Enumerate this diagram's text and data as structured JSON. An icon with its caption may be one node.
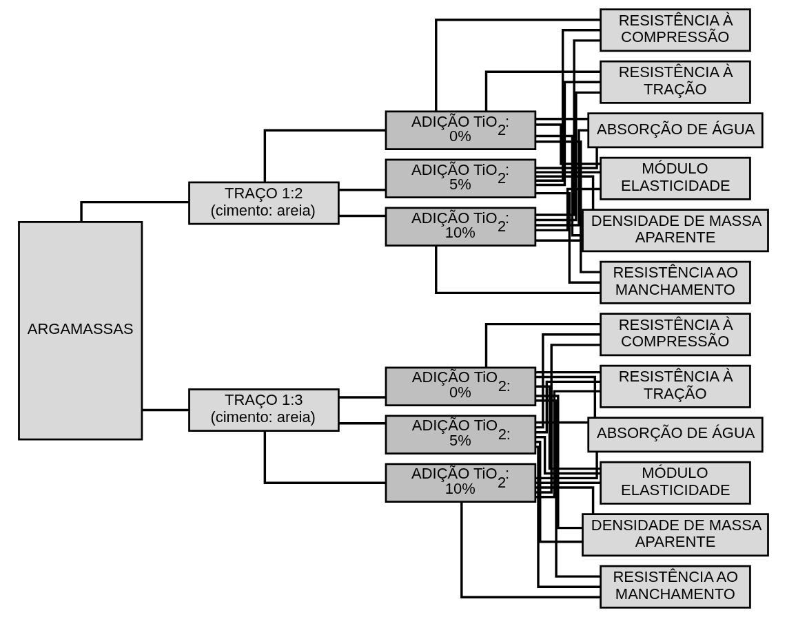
{
  "diagram": {
    "nodes": [
      {
        "text": [
          "ARGAMASSAS"
        ]
      },
      {
        "text": [
          "TRAÇO 1:2 (cimento: areia)"
        ]
      },
      {
        "text": [
          "ADIÇÃO TiO$_{2}$: 0%"
        ]
      },
      {
        "text": [
          "ADIÇÃO TiO$_{2}$: 5%"
        ]
      },
      {
        "text": [
          "ADIÇÃO TiO$_{2}$: 10%"
        ]
      },
      {
        "text": [
          "RESISTÊNCIA À COMPRESSÃO"
        ]
      },
      {
        "text": [
          "RESISTÊNCIA À TRAÇÃO"
        ]
      },
      {
        "text": [
          "ABSORÇÃO DE ÁGUA"
        ]
      },
      {
        "text": [
          "MÓDULO ELASTICIDADE"
        ]
      },
      {
        "text": [
          "DENSIDADE DE MASSA APARENTE"
        ]
      },
      {
        "text": [
          "RESISTÊNCIA AO MANCHAMENTO"
        ]
      },
      {
        "text": [
          "TRAÇO 1:3 (cimento: areia)"
        ]
      },
      {
        "text": [
          "ADIÇÃO TiO$_{2:}$ 0%"
        ]
      },
      {
        "text": [
          "ADIÇÃO TiO$_{2:}$ 5%"
        ]
      },
      {
        "text": [
          "ADIÇÃO TiO$_{2}$: 10%"
        ]
      },
      {
        "text": [
          "RESISTÊNCIA À COMPRESSÃO"
        ]
      },
      {
        "text": [
          "RESISTÊNCIA À TRAÇÃO"
        ]
      },
      {
        "text": [
          "ABSORÇÃO DE ÁGUA"
        ]
      },
      {
        "text": [
          "MÓDULO ELASTICIDADE"
        ]
      },
      {
        "text": [
          "DENSIDADE DE MASSA APARENTE"
        ]
      },
      {
        "text": [
          "RESISTÊNCIA AO MANCHAMENTO"
        ]
      }
    ],
    "edges": [
      {
        "from": 0,
        "to": 1,
        "arrow": "none"
      },
      {
        "from": 0,
        "to": 11,
        "arrow": "none"
      },
      {
        "from": 1,
        "to": 2,
        "arrow": "none"
      },
      {
        "from": 1,
        "to": 3,
        "arrow": "none"
      },
      {
        "from": 1,
        "to": 4,
        "arrow": "none"
      },
      {
        "from": 2,
        "to": 5,
        "arrow": "none"
      },
      {
        "from": 2,
        "to": 6,
        "arrow": "none"
      },
      {
        "from": 2,
        "to": 7,
        "arrow": "none"
      },
      {
        "from": 2,
        "to": 8,
        "arrow": "none"
      },
      {
        "from": 2,
        "to": 9,
        "arrow": "none"
      },
      {
        "from": 2,
        "to": 10,
        "arrow": "none"
      },
      {
        "from": 3,
        "to": 5,
        "arrow": "none"
      },
      {
        "from": 3,
        "to": 6,
        "arrow": "none"
      },
      {
        "from": 3,
        "to": 7,
        "arrow": "none"
      },
      {
        "from": 3,
        "to": 8,
        "arrow": "none"
      },
      {
        "from": 3,
        "to": 9,
        "arrow": "none"
      },
      {
        "from": 3,
        "to": 10,
        "arrow": "none"
      },
      {
        "from": 4,
        "to": 5,
        "arrow": "none"
      },
      {
        "from": 4,
        "to": 6,
        "arrow": "none"
      },
      {
        "from": 4,
        "to": 7,
        "arrow": "none"
      },
      {
        "from": 4,
        "to": 8,
        "arrow": "none"
      },
      {
        "from": 4,
        "to": 9,
        "arrow": "none"
      },
      {
        "from": 4,
        "to": 10,
        "arrow": "none"
      },
      {
        "from": 11,
        "to": 12,
        "arrow": "none"
      },
      {
        "from": 11,
        "to": 13,
        "arrow": "none"
      },
      {
        "from": 11,
        "to": 14,
        "arrow": "none"
      },
      {
        "from": 12,
        "to": 15,
        "arrow": "none"
      },
      {
        "from": 12,
        "to": 16,
        "arrow": "none"
      },
      {
        "from": 12,
        "to": 17,
        "arrow": "none"
      },
      {
        "from": 12,
        "to": 18,
        "arrow": "none"
      },
      {
        "from": 12,
        "to": 19,
        "arrow": "none"
      },
      {
        "from": 12,
        "to": 20,
        "arrow": "none"
      },
      {
        "from": 13,
        "to": 15,
        "arrow": "none"
      },
      {
        "from": 13,
        "to": 16,
        "arrow": "none"
      },
      {
        "from": 13,
        "to": 17,
        "arrow": "none"
      },
      {
        "from": 13,
        "to": 18,
        "arrow": "none"
      },
      {
        "from": 13,
        "to": 19,
        "arrow": "none"
      },
      {
        "from": 13,
        "to": 20,
        "arrow": "none"
      },
      {
        "from": 14,
        "to": 15,
        "arrow": "none"
      },
      {
        "from": 14,
        "to": 16,
        "arrow": "none"
      },
      {
        "from": 14,
        "to": 17,
        "arrow": "none"
      },
      {
        "from": 14,
        "to": 18,
        "arrow": "none"
      },
      {
        "from": 14,
        "to": 19,
        "arrow": "none"
      },
      {
        "from": 14,
        "to": 20,
        "arrow": "none"
      }
    ]
  }
}
